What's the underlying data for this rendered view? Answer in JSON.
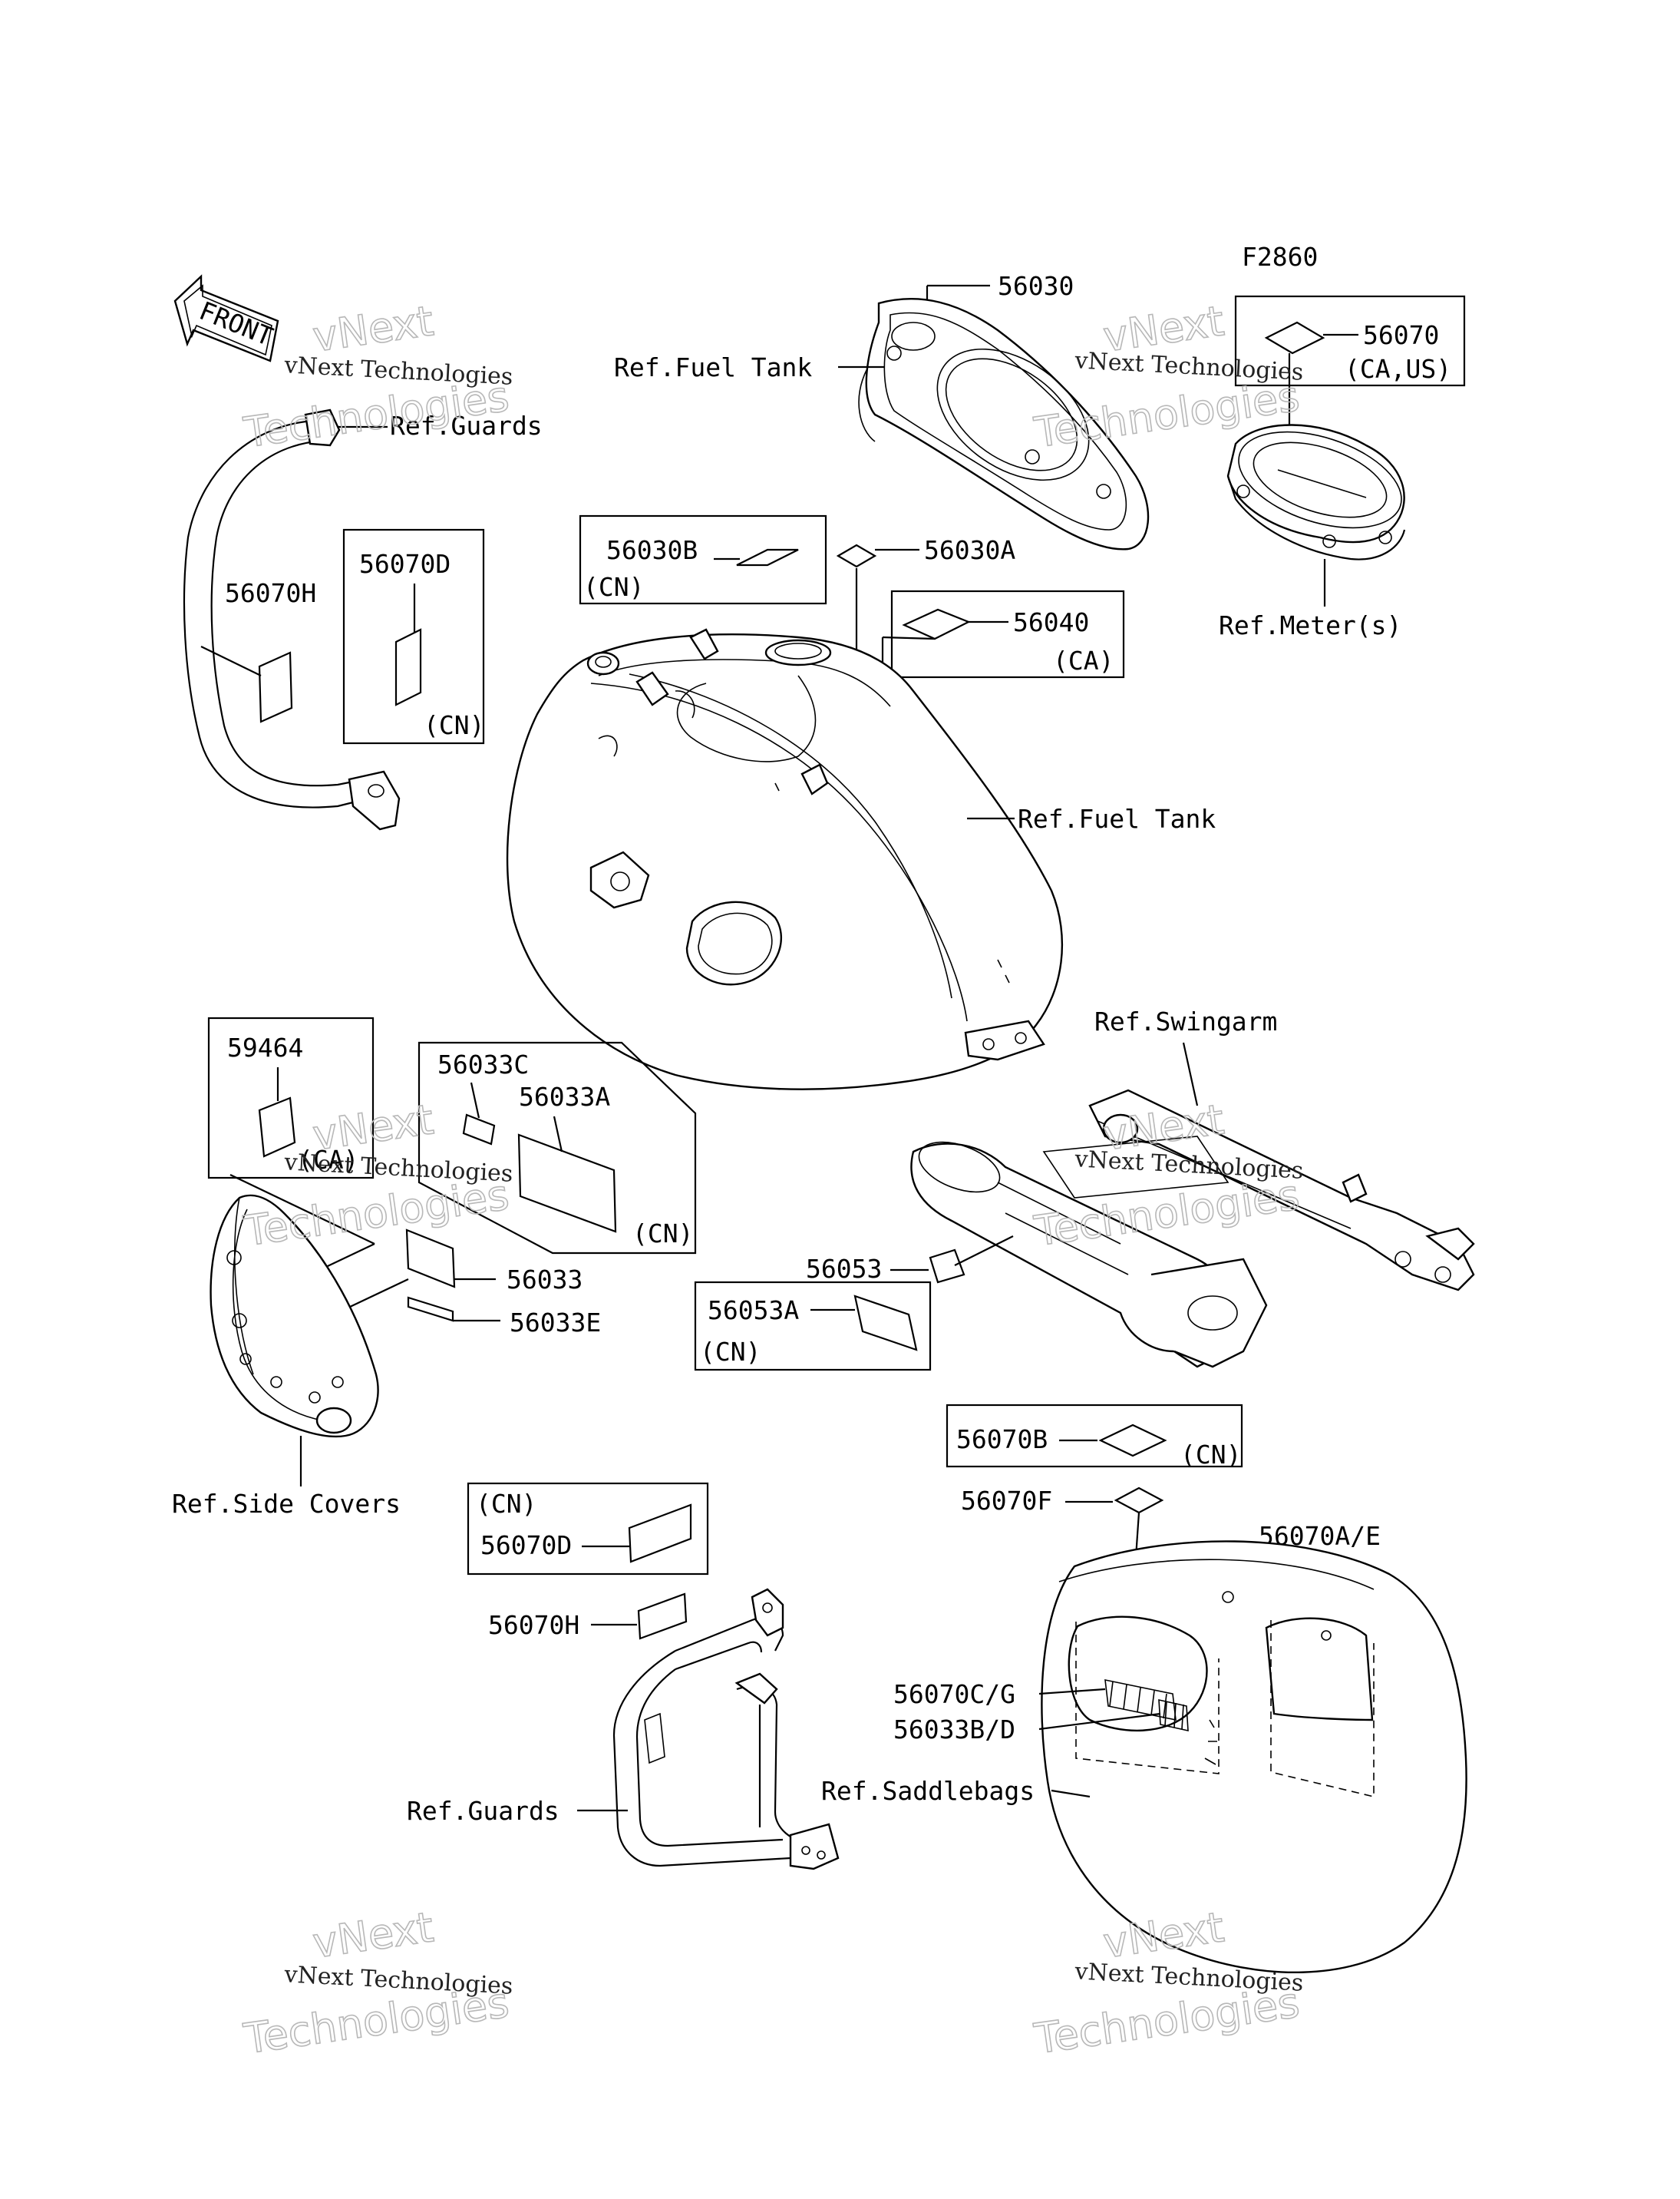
{
  "figure_code": "F2860",
  "front_arrow": "FRONT",
  "watermark": {
    "line1": "vNext Technologies",
    "line2a": "vNext",
    "line2b": "Technologies"
  },
  "labels": {
    "p56030": "56030",
    "p56070": "56070",
    "p56070_region": "(CA,US)",
    "ref_fuel_tank_top": "Ref.Fuel Tank",
    "ref_guards_top": "Ref.Guards",
    "p56070H_top": "56070H",
    "p56070D_top": "56070D",
    "cn_56070D": "(CN)",
    "p56030B": "56030B",
    "cn_56030B": "(CN)",
    "p56030A": "56030A",
    "p56040": "56040",
    "ca_56040": "(CA)",
    "ref_meters": "Ref.Meter(s)",
    "ref_fuel_tank_mid": "Ref.Fuel Tank",
    "p59464": "59464",
    "ca_59464": "(CA)",
    "p56033C": "56033C",
    "p56033A": "56033A",
    "cn_56033": "(CN)",
    "ref_swingarm": "Ref.Swingarm",
    "p56053": "56053",
    "p56053A": "56053A",
    "cn_56053A": "(CN)",
    "p56033": "56033",
    "p56033E": "56033E",
    "ref_side_covers": "Ref.Side Covers",
    "p56070B": "56070B",
    "cn_56070B": "(CN)",
    "p56070F": "56070F",
    "p56070AE": "56070A/E",
    "cn_56070D_low": "(CN)",
    "p56070D_low": "56070D",
    "p56070H_low": "56070H",
    "p56070CG": "56070C/G",
    "p56033BD": "56033B/D",
    "ref_guards_low": "Ref.Guards",
    "ref_saddlebags": "Ref.Saddlebags"
  }
}
